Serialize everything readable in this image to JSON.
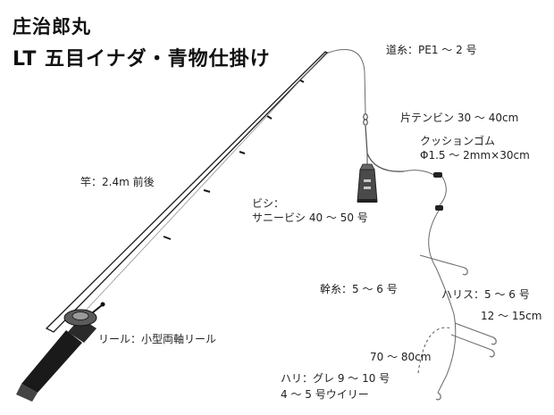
{
  "title": {
    "line1": "庄治郎丸",
    "line2": "LT 五目イナダ・青物仕掛け"
  },
  "labels": {
    "michiito": "道糸：PE1 ～ 2 号",
    "tenbin": "片テンビン 30 ～ 40cm",
    "cushion_l1": "クッションゴム",
    "cushion_l2": "Φ1.5 ～ 2mm×30cm",
    "rod": "竿：2.4m 前後",
    "bishi_l1": "ビシ：",
    "bishi_l2": "サニービシ 40 ～ 50 号",
    "mikiito": "幹糸：5 ～ 6 号",
    "harisu": "ハリス：5 ～ 6 号",
    "harisu_len": "12 ～ 15cm",
    "reel": "リール：小型両軸リール",
    "spacing": "70 ～ 80cm",
    "hook_l1": "ハリ：グレ 9 ～ 10 号",
    "hook_l2": "4 ～ 5 号ウイリー"
  },
  "colors": {
    "line": "#6a6a6a",
    "rod": "#1a1a1a",
    "sinker": "#4a4a4a",
    "hook": "#777777"
  }
}
